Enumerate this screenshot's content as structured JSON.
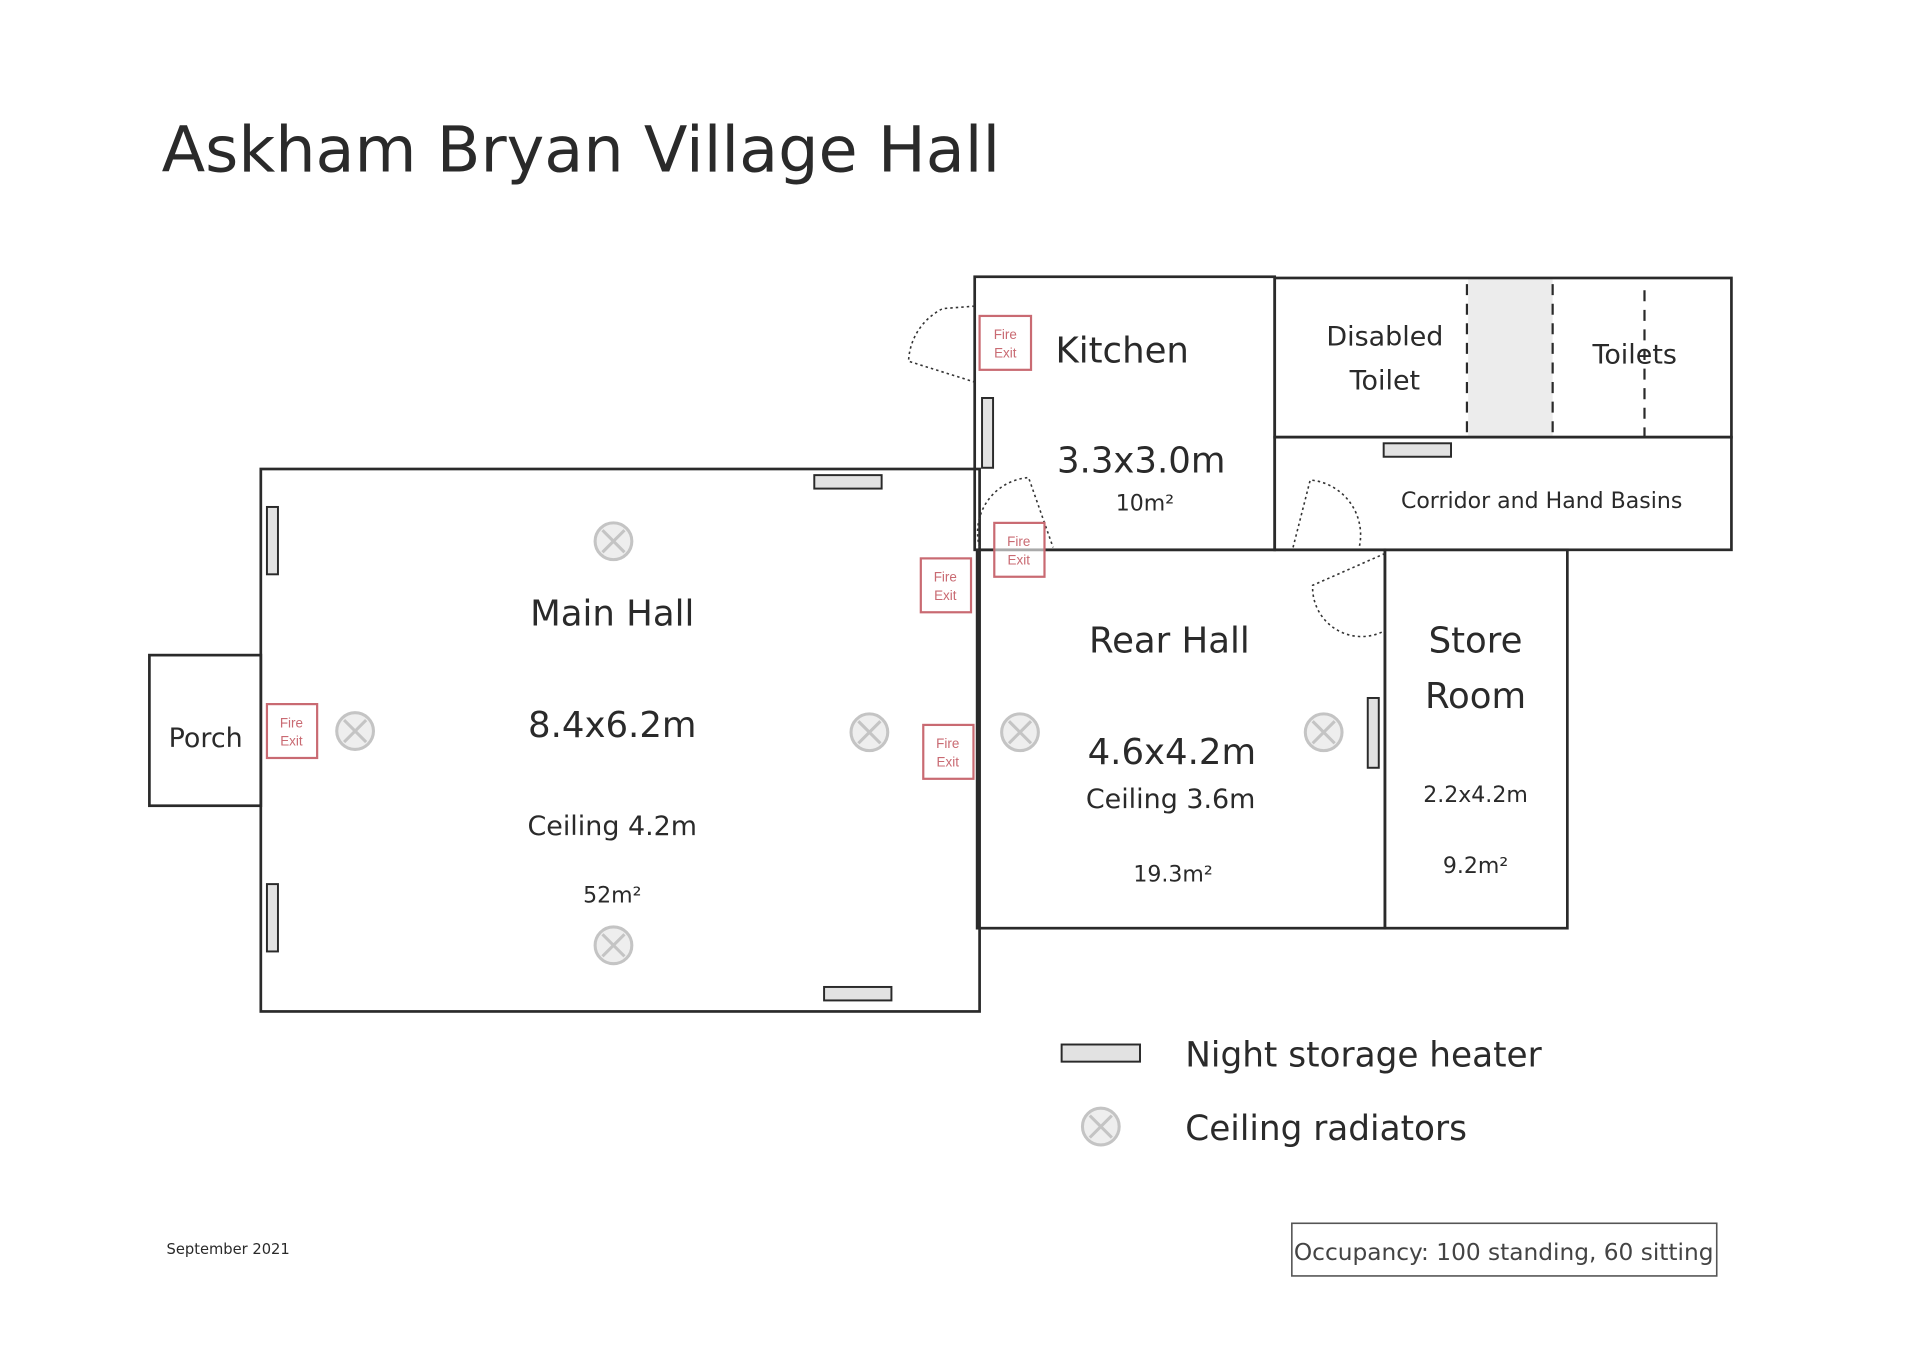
{
  "title": "Askham Bryan Village Hall",
  "rooms": {
    "main_hall": {
      "name": "Main Hall",
      "size": "8.4x6.2m",
      "ceiling": "Ceiling 4.2m",
      "area": "52m²"
    },
    "porch": {
      "name": "Porch"
    },
    "kitchen": {
      "name": "Kitchen",
      "size": "3.3x3.0m",
      "area": "10m²"
    },
    "disabled_toilet": {
      "name_line1": "Disabled",
      "name_line2": "Toilet"
    },
    "toilets": {
      "name": "Toilets"
    },
    "corridor": {
      "name": "Corridor and Hand Basins"
    },
    "rear_hall": {
      "name": "Rear Hall",
      "size": "4.6x4.2m",
      "ceiling": "Ceiling 3.6m",
      "area": "19.3m²"
    },
    "store_room": {
      "name_line1": "Store",
      "name_line2": "Room",
      "size": "2.2x4.2m",
      "area": "9.2m²"
    }
  },
  "fire_exit": {
    "line1": "Fire",
    "line2": "Exit"
  },
  "legend": {
    "heater": "Night storage heater",
    "radiator": "Ceiling radiators"
  },
  "footer": {
    "date": "September 2021",
    "occupancy": "Occupancy: 100 standing, 60 sitting"
  },
  "colors": {
    "walls": "#2a2a2a",
    "fire_exit": "#c96a72",
    "heater_fill": "#e2e2e2",
    "radiator": "#c4c4c4"
  }
}
